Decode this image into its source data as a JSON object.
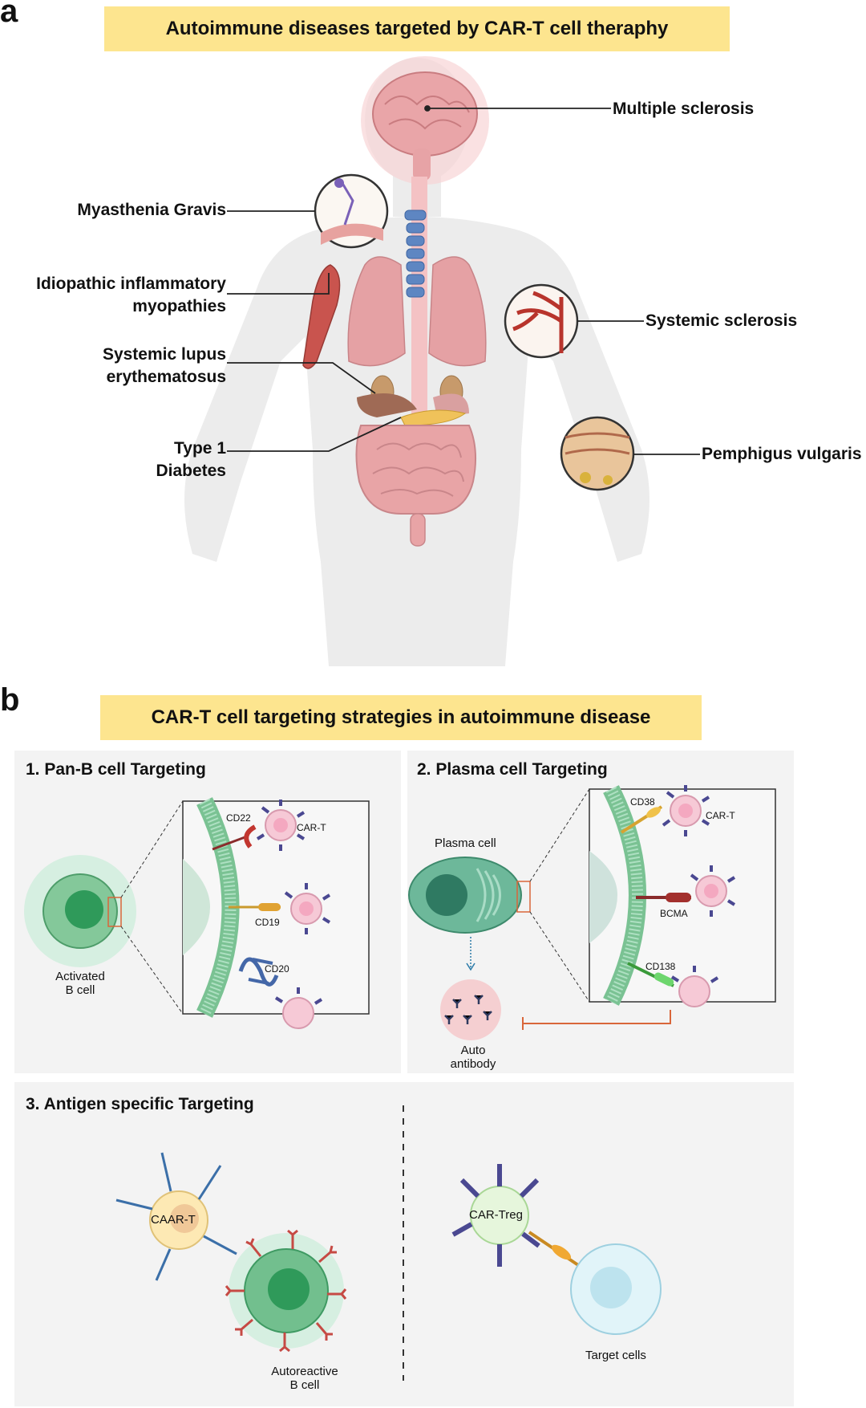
{
  "panel_a": {
    "letter": "a",
    "title": "Autoimmune diseases targeted by CAR-T cell theraphy",
    "diseases": {
      "multiple_sclerosis": "Multiple sclerosis",
      "myasthenia_gravis": "Myasthenia Gravis",
      "myopathies_line1": "Idiopathic inflammatory",
      "myopathies_line2": "myopathies",
      "lupus_line1": "Systemic lupus",
      "lupus_line2": "erythematosus",
      "diabetes_line1": "Type 1",
      "diabetes_line2": "Diabetes",
      "systemic_sclerosis": "Systemic sclerosis",
      "pemphigus": "Pemphigus vulgaris"
    }
  },
  "panel_b": {
    "letter": "b",
    "title": "CAR-T cell targeting strategies in autoimmune disease",
    "box1": {
      "title": "1.  Pan-B cell Targeting",
      "cell_line1": "Activated",
      "cell_line2": "B cell",
      "cd22": "CD22",
      "cd19": "CD19",
      "cd20": "CD20",
      "car_t": "CAR-T"
    },
    "box2": {
      "title": "2.  Plasma cell Targeting",
      "plasma_cell": "Plasma cell",
      "cd38": "CD38",
      "bcma": "BCMA",
      "cd138": "CD138",
      "car_t": "CAR-T",
      "auto_line1": "Auto",
      "auto_line2": "antibody"
    },
    "box3": {
      "title": "3.  Antigen specific Targeting",
      "caar_t": "CAAR-T",
      "auto_b_line1": "Autoreactive",
      "auto_b_line2": "B cell",
      "car_treg": "CAR-Treg",
      "target_cells": "Target cells"
    }
  },
  "colors": {
    "banner": "#fde58f",
    "box_bg": "#f3f3f3",
    "b_cell_green": "#5fb37a",
    "car_t_pink": "#f6c9d6",
    "receptor_purple": "#4a4891",
    "leader_line": "#222222"
  }
}
